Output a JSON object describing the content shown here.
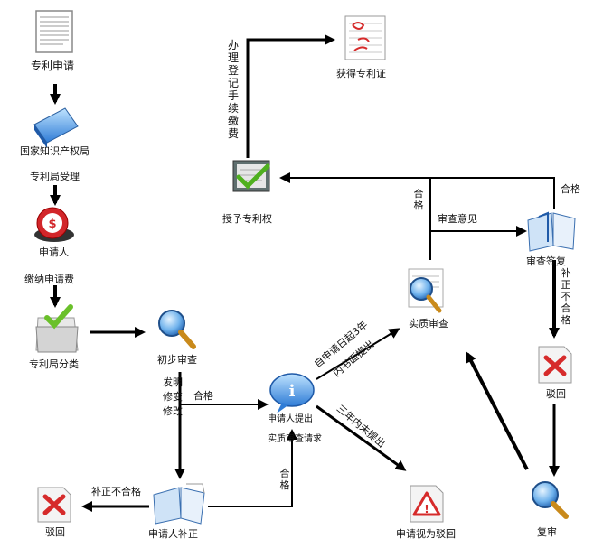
{
  "nodes": {
    "patent_application": "专利申请",
    "cnipa": "国家知识产权局",
    "office_accept": "专利局受理",
    "applicant": "申请人",
    "pay_fee": "缴纳申请费",
    "office_classify": "专利局分类",
    "preliminary_exam": "初步审查",
    "applicant_correction": "申请人补正",
    "reject_left": "驳回",
    "substantive_request_line1": "申请人提出",
    "substantive_request_line2": "实质审查请求",
    "substantive_exam": "实质审查",
    "deemed_withdrawn": "申请视为驳回",
    "grant_patent": "授予专利权",
    "get_certificate": "获得专利证",
    "exam_reply": "审查签复",
    "reject_right": "驳回",
    "reexamination": "复审"
  },
  "edge_labels": {
    "register_fee": "办理登记手续缴费",
    "qualified_prelim": "合格",
    "invention_modify": "发明修变修改",
    "correction_failed": "补正不合格",
    "qualified_correction": "合格",
    "within_3y_line1": "自申请日起3年",
    "within_3y_line2": "内书面提出",
    "not_in_3y": "三年内未提出",
    "qualified_sub": "合格",
    "exam_opinion": "审查意见",
    "qualified_reply": "合格",
    "correction_failed_right": "补正不合格"
  },
  "icons": [
    "document-icon",
    "building-book-icon",
    "money-icon",
    "folder-check-icon",
    "magnifier-icon",
    "open-book-icon",
    "reject-x-icon",
    "info-bubble-icon",
    "warning-icon",
    "certificate-icon",
    "grant-check-icon"
  ],
  "colors": {
    "arrow": "#000000",
    "icon_blue": "#3a7fd0",
    "reject_red": "#d62b2b"
  }
}
